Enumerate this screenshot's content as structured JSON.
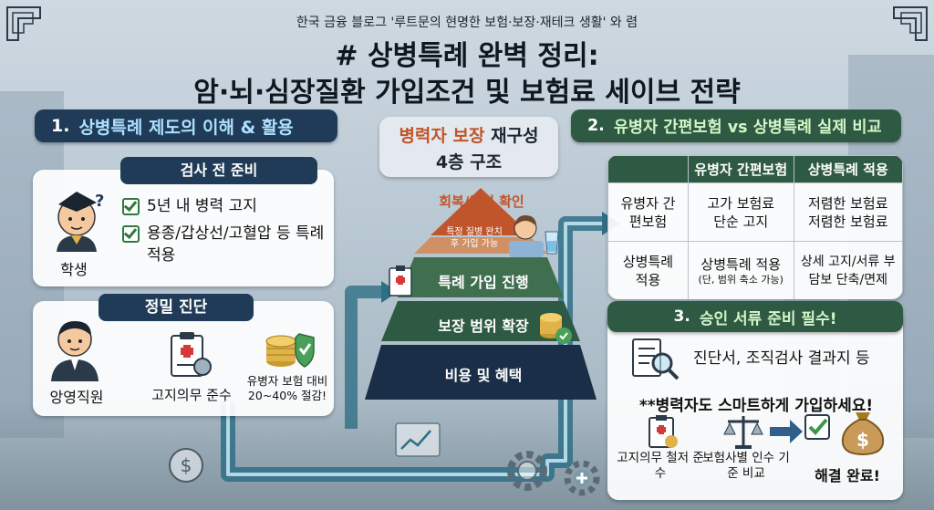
{
  "header": {
    "blog_line": "한국 금융 블로그 '루트문의 현명한 보험·보장·재테크 생활' 와 렴",
    "title_line1": "# 상병특례 완벽 정리:",
    "title_line2": "암·뇌·심장질환 가입조건 및 보험료 세이브 전략"
  },
  "section1": {
    "number": "1.",
    "title": "상병특례 제도의 이해 & 활용",
    "prep": {
      "heading": "검사 전 준비",
      "avatar_label": "학생",
      "items": [
        "5년 내 병력 고지",
        "용종/갑상선/고혈압 등 특례 적용"
      ]
    },
    "diagnosis": {
      "heading": "정밀 진단",
      "avatar_label": "앙영직원",
      "duty_label": "고지의무 준수",
      "save_label_line1": "유병자 보험 대비",
      "save_label_line2": "20~40% 절감!"
    }
  },
  "pyramid": {
    "title_highlight": "병력자 보장",
    "title_rest": "재구성",
    "title_line2": "4층 구조",
    "levels": [
      "회복/완치 확인",
      "특례 가입 진행",
      "보장 범위 확장",
      "비용 및 혜택"
    ],
    "tip_line1": "특정 질병 완치",
    "tip_line2": "후 가입 가능"
  },
  "section2": {
    "number": "2.",
    "title": "유병자 간편보험 vs 상병특례 실제 비교",
    "table": {
      "headers": [
        "유병자 간편보험",
        "상병특례 적용"
      ],
      "rows": [
        {
          "label": "유병자 간편보험",
          "a": "고가 보험료 단순 고지",
          "b": "저렴한 보험료 저렴한 보험료",
          "a_sub": ""
        },
        {
          "label": "상병특례 적용",
          "a": "상병특례 적용",
          "a_sub": "(단, 범위 축소 가능)",
          "b": "상세 고지/서류 부담보 단축/면제"
        }
      ]
    }
  },
  "section3": {
    "number": "3.",
    "title": "승인 서류 준비 필수!",
    "docs": "진단서, 조직검사 결과지 등",
    "slogan": "**병력자도 스마트하게 가입하세요!",
    "steps": [
      "고지의무 철저 준수",
      "보험사별 인수 기준 비교"
    ],
    "result": "해결 완료!"
  },
  "colors": {
    "navy": "#1f3b57",
    "green": "#2e5a43",
    "pyramid_top": "#c0552b",
    "pyramid_2": "#3f6f4f",
    "pyramid_3": "#2e5a43",
    "pyramid_4": "#1a2f47"
  },
  "icons": [
    "graduate-icon",
    "question-icon",
    "clipboard-icon",
    "coins-icon",
    "shield-check-icon",
    "magnifier-doc-icon",
    "scales-icon",
    "money-bag-icon",
    "dollar-coin-icon",
    "gear-icon",
    "chart-icon",
    "arrow-icon"
  ]
}
